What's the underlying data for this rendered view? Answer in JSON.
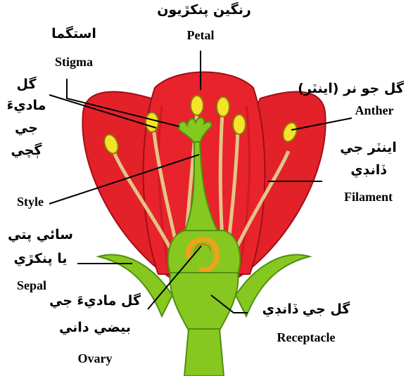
{
  "labels": {
    "petal": {
      "sindhi": "رنگين پنکڙيون",
      "english": "Petal"
    },
    "stigma": {
      "sindhi": "استگما",
      "english": "Stigma"
    },
    "pistil": {
      "sindhi_lines": [
        "گل",
        "ماديءَ",
        "جي",
        "ڳچي"
      ]
    },
    "anther": {
      "sindhi": "گل جو نر (اينٽر)",
      "english": "Anther"
    },
    "filament": {
      "sindhi_lines": [
        "اينٽر جي",
        "ڏانڊي"
      ],
      "english": "Filament"
    },
    "style": {
      "english": "Style"
    },
    "sepal": {
      "sindhi_lines": [
        "سائي پتي",
        "يا پنکڙي"
      ],
      "english": "Sepal"
    },
    "ovary": {
      "sindhi_lines": [
        "گل ماديءَ جي",
        "بيضي داني"
      ],
      "english": "Ovary"
    },
    "receptacle": {
      "sindhi": "گل جي ڏانڊي",
      "english": "Receptacle"
    }
  },
  "colors": {
    "petal": "#e8202a",
    "petal_dark": "#b01018",
    "stem": "#7fc31c",
    "stem_dark": "#4f8f10",
    "anther": "#f5e32a",
    "filament": "#e7c98a",
    "ovule": "#f0a21c"
  }
}
